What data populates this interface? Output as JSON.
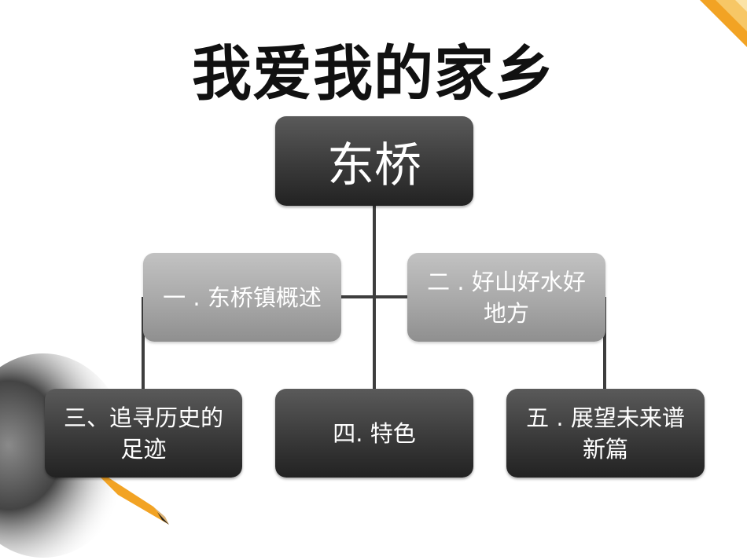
{
  "slide": {
    "title": "我爱我的家乡",
    "root": {
      "label": "东桥"
    },
    "level1": [
      {
        "label": "一 . 东桥镇概述"
      },
      {
        "label": "二 . 好山好水好地方"
      }
    ],
    "level2": [
      {
        "label": "三、追寻历史的足迹"
      },
      {
        "label": "四.  特色"
      },
      {
        "label": "五 . 展望未来谱新篇"
      }
    ]
  },
  "colors": {
    "dark_box": "#3a3a3a",
    "light_box": "#a8a8a8",
    "connector": "#3e3e3e",
    "accent_pencil": "#f0a830"
  },
  "icons": {
    "pencil": "pencil-decoration-icon",
    "corner": "pencil-corner-icon"
  }
}
